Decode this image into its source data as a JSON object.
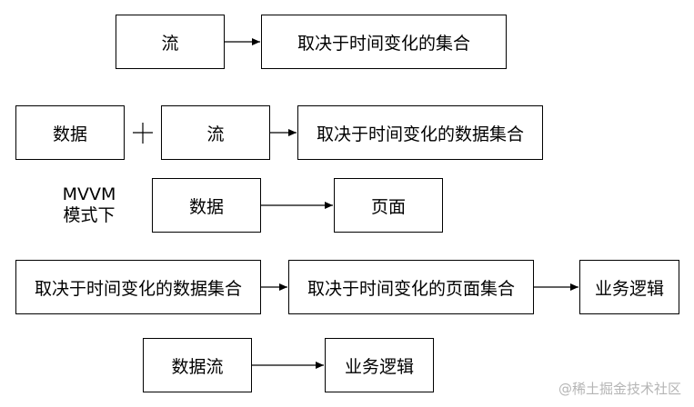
{
  "rows": [
    {
      "boxes": [
        "流",
        "取决于时间变化的集合"
      ]
    },
    {
      "boxes": [
        "数据",
        "流",
        "取决于时间变化的数据集合"
      ],
      "operator": "+"
    },
    {
      "label_lines": [
        "MVVM",
        "模式下"
      ],
      "boxes": [
        "数据",
        "页面"
      ]
    },
    {
      "boxes": [
        "取决于时间变化的数据集合",
        "取决于时间变化的页面集合",
        "业务逻辑"
      ]
    },
    {
      "boxes": [
        "数据流",
        "业务逻辑"
      ]
    }
  ],
  "watermark": "@稀土掘金技术社区"
}
